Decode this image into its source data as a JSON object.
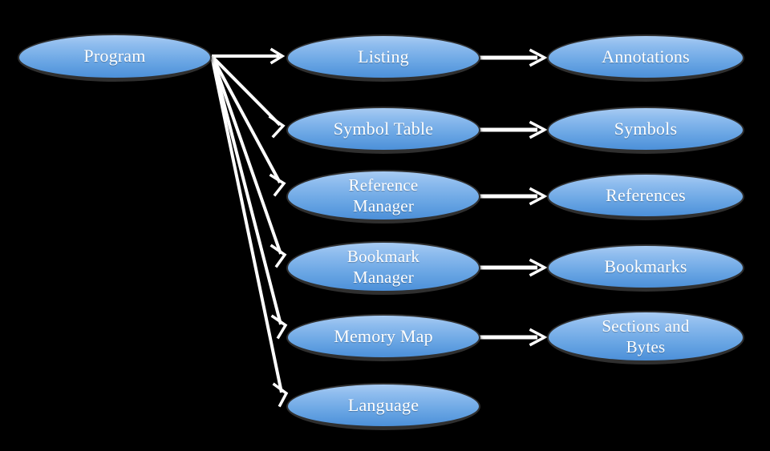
{
  "diagram": {
    "title": "Program data model relationships",
    "background_color": "#000000",
    "node_fill_top": "#a8cbf2",
    "node_fill_bottom": "#4c90d9",
    "node_border_color": "#2f2f2f",
    "node_text_color": "#ffffff",
    "edge_color": "#ffffff"
  },
  "nodes": {
    "program": {
      "label": "Program"
    },
    "listing": {
      "label": "Listing"
    },
    "symbol_table": {
      "label": "Symbol Table"
    },
    "reference_manager": {
      "label": "Reference\nManager"
    },
    "bookmark_manager": {
      "label": "Bookmark\nManager"
    },
    "memory_map": {
      "label": "Memory Map"
    },
    "language": {
      "label": "Language"
    },
    "annotations": {
      "label": "Annotations"
    },
    "symbols": {
      "label": "Symbols"
    },
    "references": {
      "label": "References"
    },
    "bookmarks": {
      "label": "Bookmarks"
    },
    "sections_and_bytes": {
      "label": "Sections and\nBytes"
    }
  },
  "edges": [
    {
      "from": "program",
      "to": "listing"
    },
    {
      "from": "program",
      "to": "symbol_table"
    },
    {
      "from": "program",
      "to": "reference_manager"
    },
    {
      "from": "program",
      "to": "bookmark_manager"
    },
    {
      "from": "program",
      "to": "memory_map"
    },
    {
      "from": "program",
      "to": "language"
    },
    {
      "from": "listing",
      "to": "annotations"
    },
    {
      "from": "symbol_table",
      "to": "symbols"
    },
    {
      "from": "reference_manager",
      "to": "references"
    },
    {
      "from": "bookmark_manager",
      "to": "bookmarks"
    },
    {
      "from": "memory_map",
      "to": "sections_and_bytes"
    }
  ]
}
